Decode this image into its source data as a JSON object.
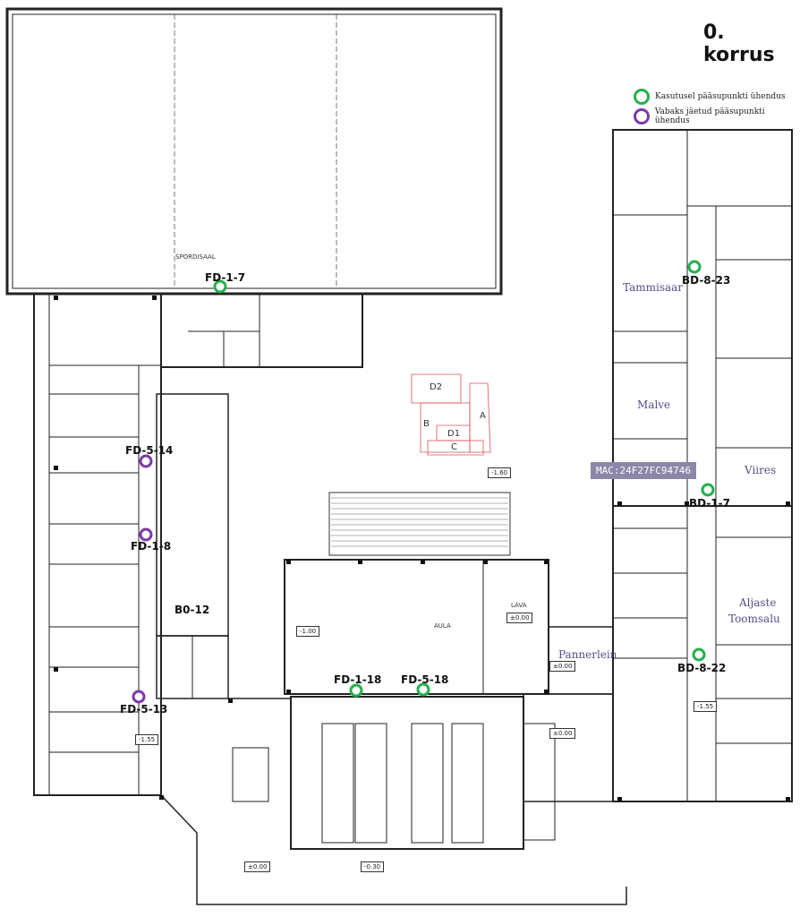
{
  "title": "0. korrus",
  "legend": {
    "in_use": "Kasutusel pääsupunkti ühendus",
    "free": "Vabaks jäetud pääsupunkti ühendus",
    "in_use_color": "#23b14d",
    "free_color": "#7a3aa7"
  },
  "access_points": [
    {
      "label": "FD-1-7",
      "status": "in_use"
    },
    {
      "label": "BD-8-23",
      "status": "in_use"
    },
    {
      "label": "FD-5-14",
      "status": "free"
    },
    {
      "label": "BD-1-7",
      "status": "in_use"
    },
    {
      "label": "FD-1-8",
      "status": "free"
    },
    {
      "label": "BD-8-22",
      "status": "in_use"
    },
    {
      "label": "FD-1-18",
      "status": "in_use"
    },
    {
      "label": "FD-5-18",
      "status": "in_use"
    },
    {
      "label": "FD-5-13",
      "status": "free"
    }
  ],
  "rooms": {
    "tammisaar": "Tammisaar",
    "malve": "Malve",
    "viires": "Viires",
    "aljaste": "Aljaste",
    "toomsalu": "Toomsalu",
    "pannerlein": "Pannerlein",
    "b0_12": "B0-12"
  },
  "mac": "MAC:24F27FC94746",
  "keyplan": {
    "d2": "D2",
    "b": "B",
    "a": "A",
    "d1": "D1",
    "c": "C"
  },
  "levels": {
    "l1": "-1.60",
    "l2": "-1.00",
    "l3": "±0.00",
    "l4": "±0.00",
    "l5": "±0.00",
    "l6": "-1.55",
    "l7": "±0.00",
    "l8": "-0.30",
    "l9": "-1.55",
    "lava": "LAVA",
    "aula": "AULA",
    "sport": "SPORDISAAL"
  }
}
